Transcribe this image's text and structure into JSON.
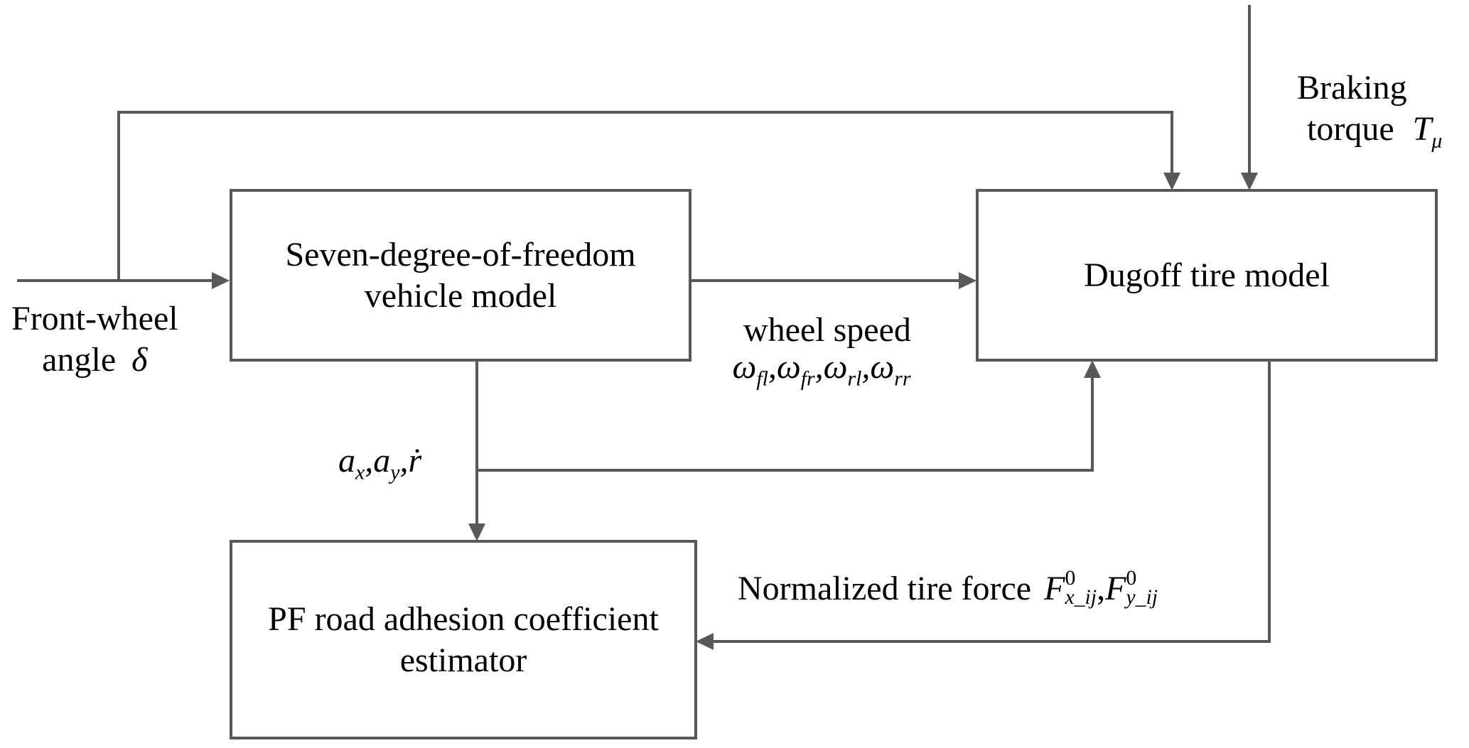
{
  "diagram": {
    "line_color": "#585858",
    "blocks": {
      "vehicle_model": {
        "line1": "Seven-degree-of-freedom",
        "line2": "vehicle model"
      },
      "tire_model": {
        "line1": "Dugoff tire model"
      },
      "estimator": {
        "line1": "PF road adhesion coefficient",
        "line2": "estimator"
      }
    },
    "labels": {
      "front_wheel": {
        "line1": "Front-wheel",
        "line2": "angle",
        "symbol": "δ"
      },
      "braking": {
        "line1": "Braking",
        "line2": "torque",
        "symbol": "T",
        "subscript": "μ"
      },
      "wheel_speed": {
        "title": "wheel speed",
        "symbols": [
          {
            "base": "ω",
            "sub": "fl"
          },
          {
            "base": "ω",
            "sub": "fr"
          },
          {
            "base": "ω",
            "sub": "rl"
          },
          {
            "base": "ω",
            "sub": "rr"
          }
        ],
        "separator": ","
      },
      "accel": {
        "symbols": [
          {
            "base": "a",
            "sub": "x"
          },
          {
            "base": "a",
            "sub": "y"
          },
          {
            "base": "ṙ",
            "sub": ""
          }
        ],
        "separator": ","
      },
      "normalized_force": {
        "text": "Normalized tire force",
        "symbols": [
          {
            "base": "F",
            "sup": "0",
            "sub": "x_ij"
          },
          {
            "base": "F",
            "sup": "0",
            "sub": "y_ij"
          }
        ],
        "separator": ","
      }
    },
    "connections": [
      {
        "from": "front-wheel-angle-input",
        "to": "vehicle_model"
      },
      {
        "from": "front-wheel-angle-input",
        "to": "tire_model"
      },
      {
        "from": "braking-torque-input",
        "to": "tire_model"
      },
      {
        "from": "vehicle_model",
        "to": "tire_model",
        "label": "wheel speed"
      },
      {
        "from": "vehicle_model",
        "to": "estimator",
        "label": "a_x, a_y, r-dot"
      },
      {
        "from": "vehicle_model",
        "to": "tire_model",
        "label": "a_x, a_y, r-dot"
      },
      {
        "from": "tire_model",
        "to": "estimator",
        "label": "Normalized tire force"
      }
    ]
  }
}
